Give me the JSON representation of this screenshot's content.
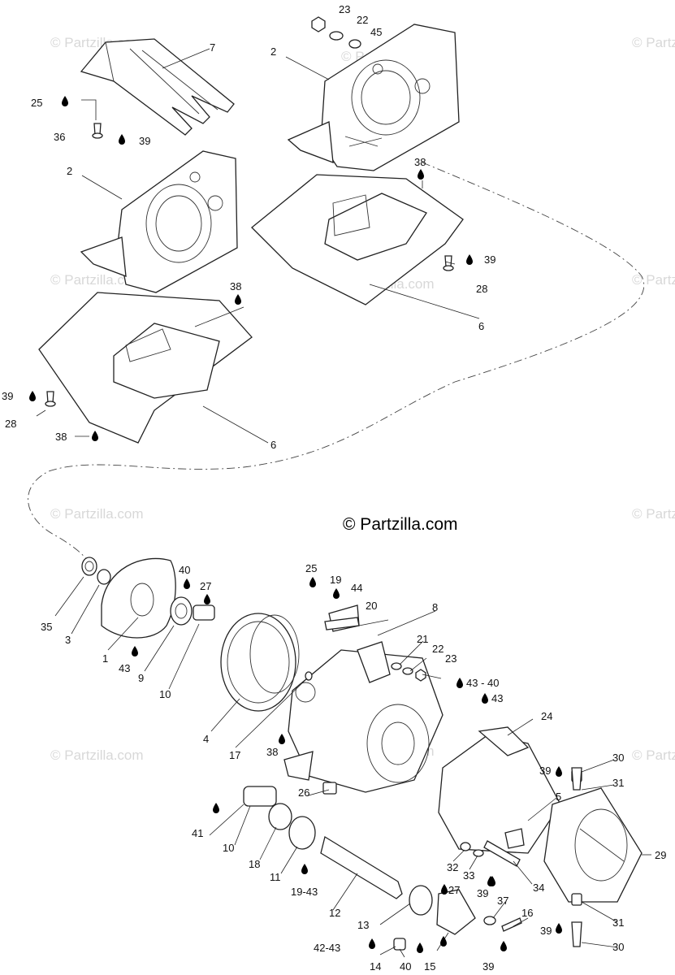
{
  "watermark_text": "© Partzilla.com",
  "copyright_text": "© Partzilla.com",
  "callouts": {
    "top_cover": [
      "25",
      "36",
      "39",
      "7",
      "2",
      "23",
      "22",
      "45",
      "2",
      "38",
      "39",
      "28",
      "6",
      "38",
      "39",
      "28",
      "38",
      "6"
    ],
    "pump": [
      "35",
      "3",
      "1",
      "43",
      "9",
      "40",
      "27",
      "10",
      "4",
      "17",
      "25",
      "19",
      "44",
      "20",
      "8",
      "21",
      "22",
      "23",
      "43 - 40",
      "43",
      "38",
      "24",
      "26",
      "39",
      "30",
      "31",
      "5",
      "29",
      "41",
      "10",
      "18",
      "11",
      "19-43",
      "12",
      "13",
      "42-43",
      "14",
      "40",
      "27",
      "15",
      "32",
      "33",
      "39",
      "34",
      "37",
      "16",
      "39",
      "39",
      "31",
      "30"
    ]
  },
  "colors": {
    "ink": "#111111",
    "watermark": "#d8d8d8",
    "background": "#ffffff"
  }
}
